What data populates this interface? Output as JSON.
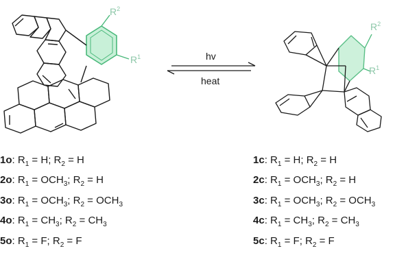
{
  "reaction": {
    "forward_label": "hv",
    "reverse_label": "heat"
  },
  "substituents": {
    "r1_left": "R1",
    "r2_left": "R2",
    "r1_right": "R1",
    "r2_right": "R2"
  },
  "colors": {
    "highlight_ring_fill": "#c8f0d8",
    "highlight_ring_stroke": "#49b87a",
    "substituent_text": "#8cc7a8",
    "bond": "#1a1a1a"
  },
  "compounds_open": [
    {
      "id": "1o",
      "r1": "H",
      "r2": "H"
    },
    {
      "id": "2o",
      "r1": "OCH3",
      "r2": "H"
    },
    {
      "id": "3o",
      "r1": "OCH3",
      "r2": "OCH3"
    },
    {
      "id": "4o",
      "r1": "CH3",
      "r2": "CH3"
    },
    {
      "id": "5o",
      "r1": "F",
      "r2": "F"
    }
  ],
  "compounds_closed": [
    {
      "id": "1c",
      "r1": "H",
      "r2": "H"
    },
    {
      "id": "2c",
      "r1": "OCH3",
      "r2": "H"
    },
    {
      "id": "3c",
      "r1": "OCH3",
      "r2": "OCH3"
    },
    {
      "id": "4c",
      "r1": "CH3",
      "r2": "CH3"
    },
    {
      "id": "5c",
      "r1": "F",
      "r2": "F"
    }
  ]
}
